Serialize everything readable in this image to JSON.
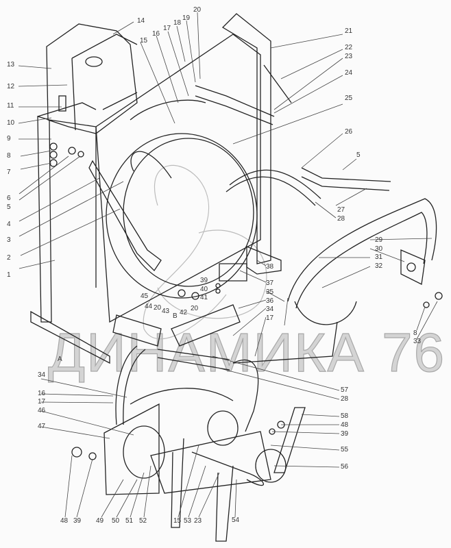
{
  "diagram": {
    "watermark": "ДИНАМИКА 76",
    "view_marker": "A",
    "view_marker_b": "B",
    "callouts_left": [
      "13",
      "12",
      "11",
      "10",
      "9",
      "8",
      "7",
      "6",
      "5",
      "4",
      "3",
      "2",
      "1"
    ],
    "callouts_top": [
      "14",
      "15",
      "16",
      "17",
      "18",
      "19",
      "20"
    ],
    "callouts_right": [
      "21",
      "22",
      "23",
      "24",
      "25",
      "26",
      "5",
      "27",
      "28",
      "29",
      "30",
      "31",
      "32"
    ],
    "callouts_center": [
      "38",
      "37",
      "35",
      "36",
      "34",
      "17",
      "39",
      "40",
      "41",
      "45",
      "44",
      "20",
      "43",
      "42",
      "20"
    ],
    "callouts_far_right": [
      "8",
      "33"
    ],
    "callouts_lower_right": [
      "57",
      "28",
      "58",
      "48",
      "39",
      "55",
      "56"
    ],
    "callouts_lower_left": [
      "34",
      "16",
      "17",
      "46",
      "47"
    ],
    "callouts_bottom": [
      "48",
      "39",
      "49",
      "50",
      "51",
      "52",
      "15",
      "53",
      "23",
      "54"
    ]
  }
}
